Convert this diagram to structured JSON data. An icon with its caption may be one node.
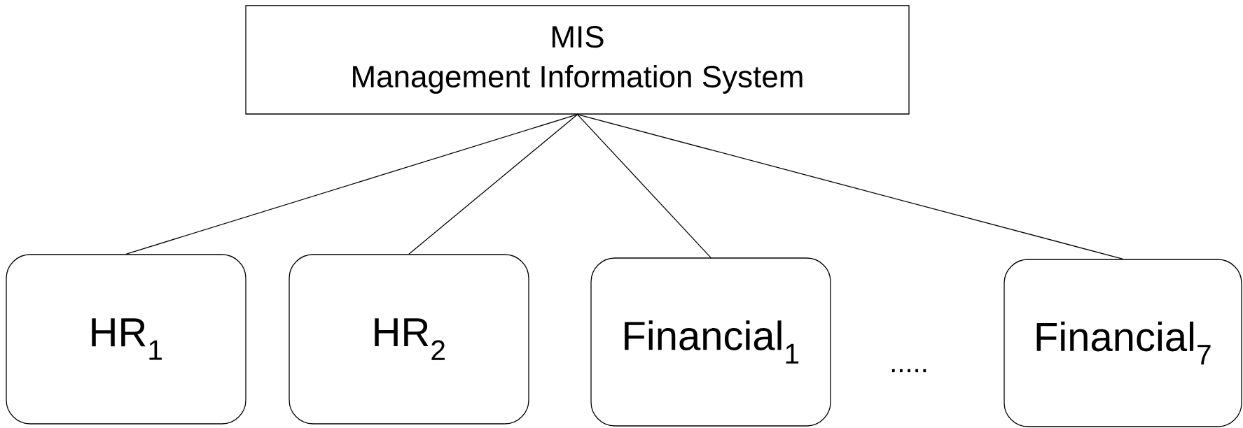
{
  "diagram": {
    "nodes": [
      {
        "text": [
          "MIS",
          "Management Information System"
        ]
      },
      {
        "text": [
          "HR$_{1}$"
        ]
      },
      {
        "text": [
          "HR$_{2}$"
        ]
      },
      {
        "text": [
          "Financial$_{1}$"
        ]
      },
      {
        "text": [
          "Financial$_{7}$"
        ]
      }
    ],
    "edges": [
      {
        "from": 0,
        "to": 1,
        "arrow": "none"
      },
      {
        "from": 0,
        "to": 2,
        "arrow": "none"
      },
      {
        "from": 0,
        "to": 3,
        "arrow": "none"
      },
      {
        "from": 0,
        "to": 4,
        "arrow": "none"
      }
    ],
    "labels": [
      "....."
    ]
  }
}
